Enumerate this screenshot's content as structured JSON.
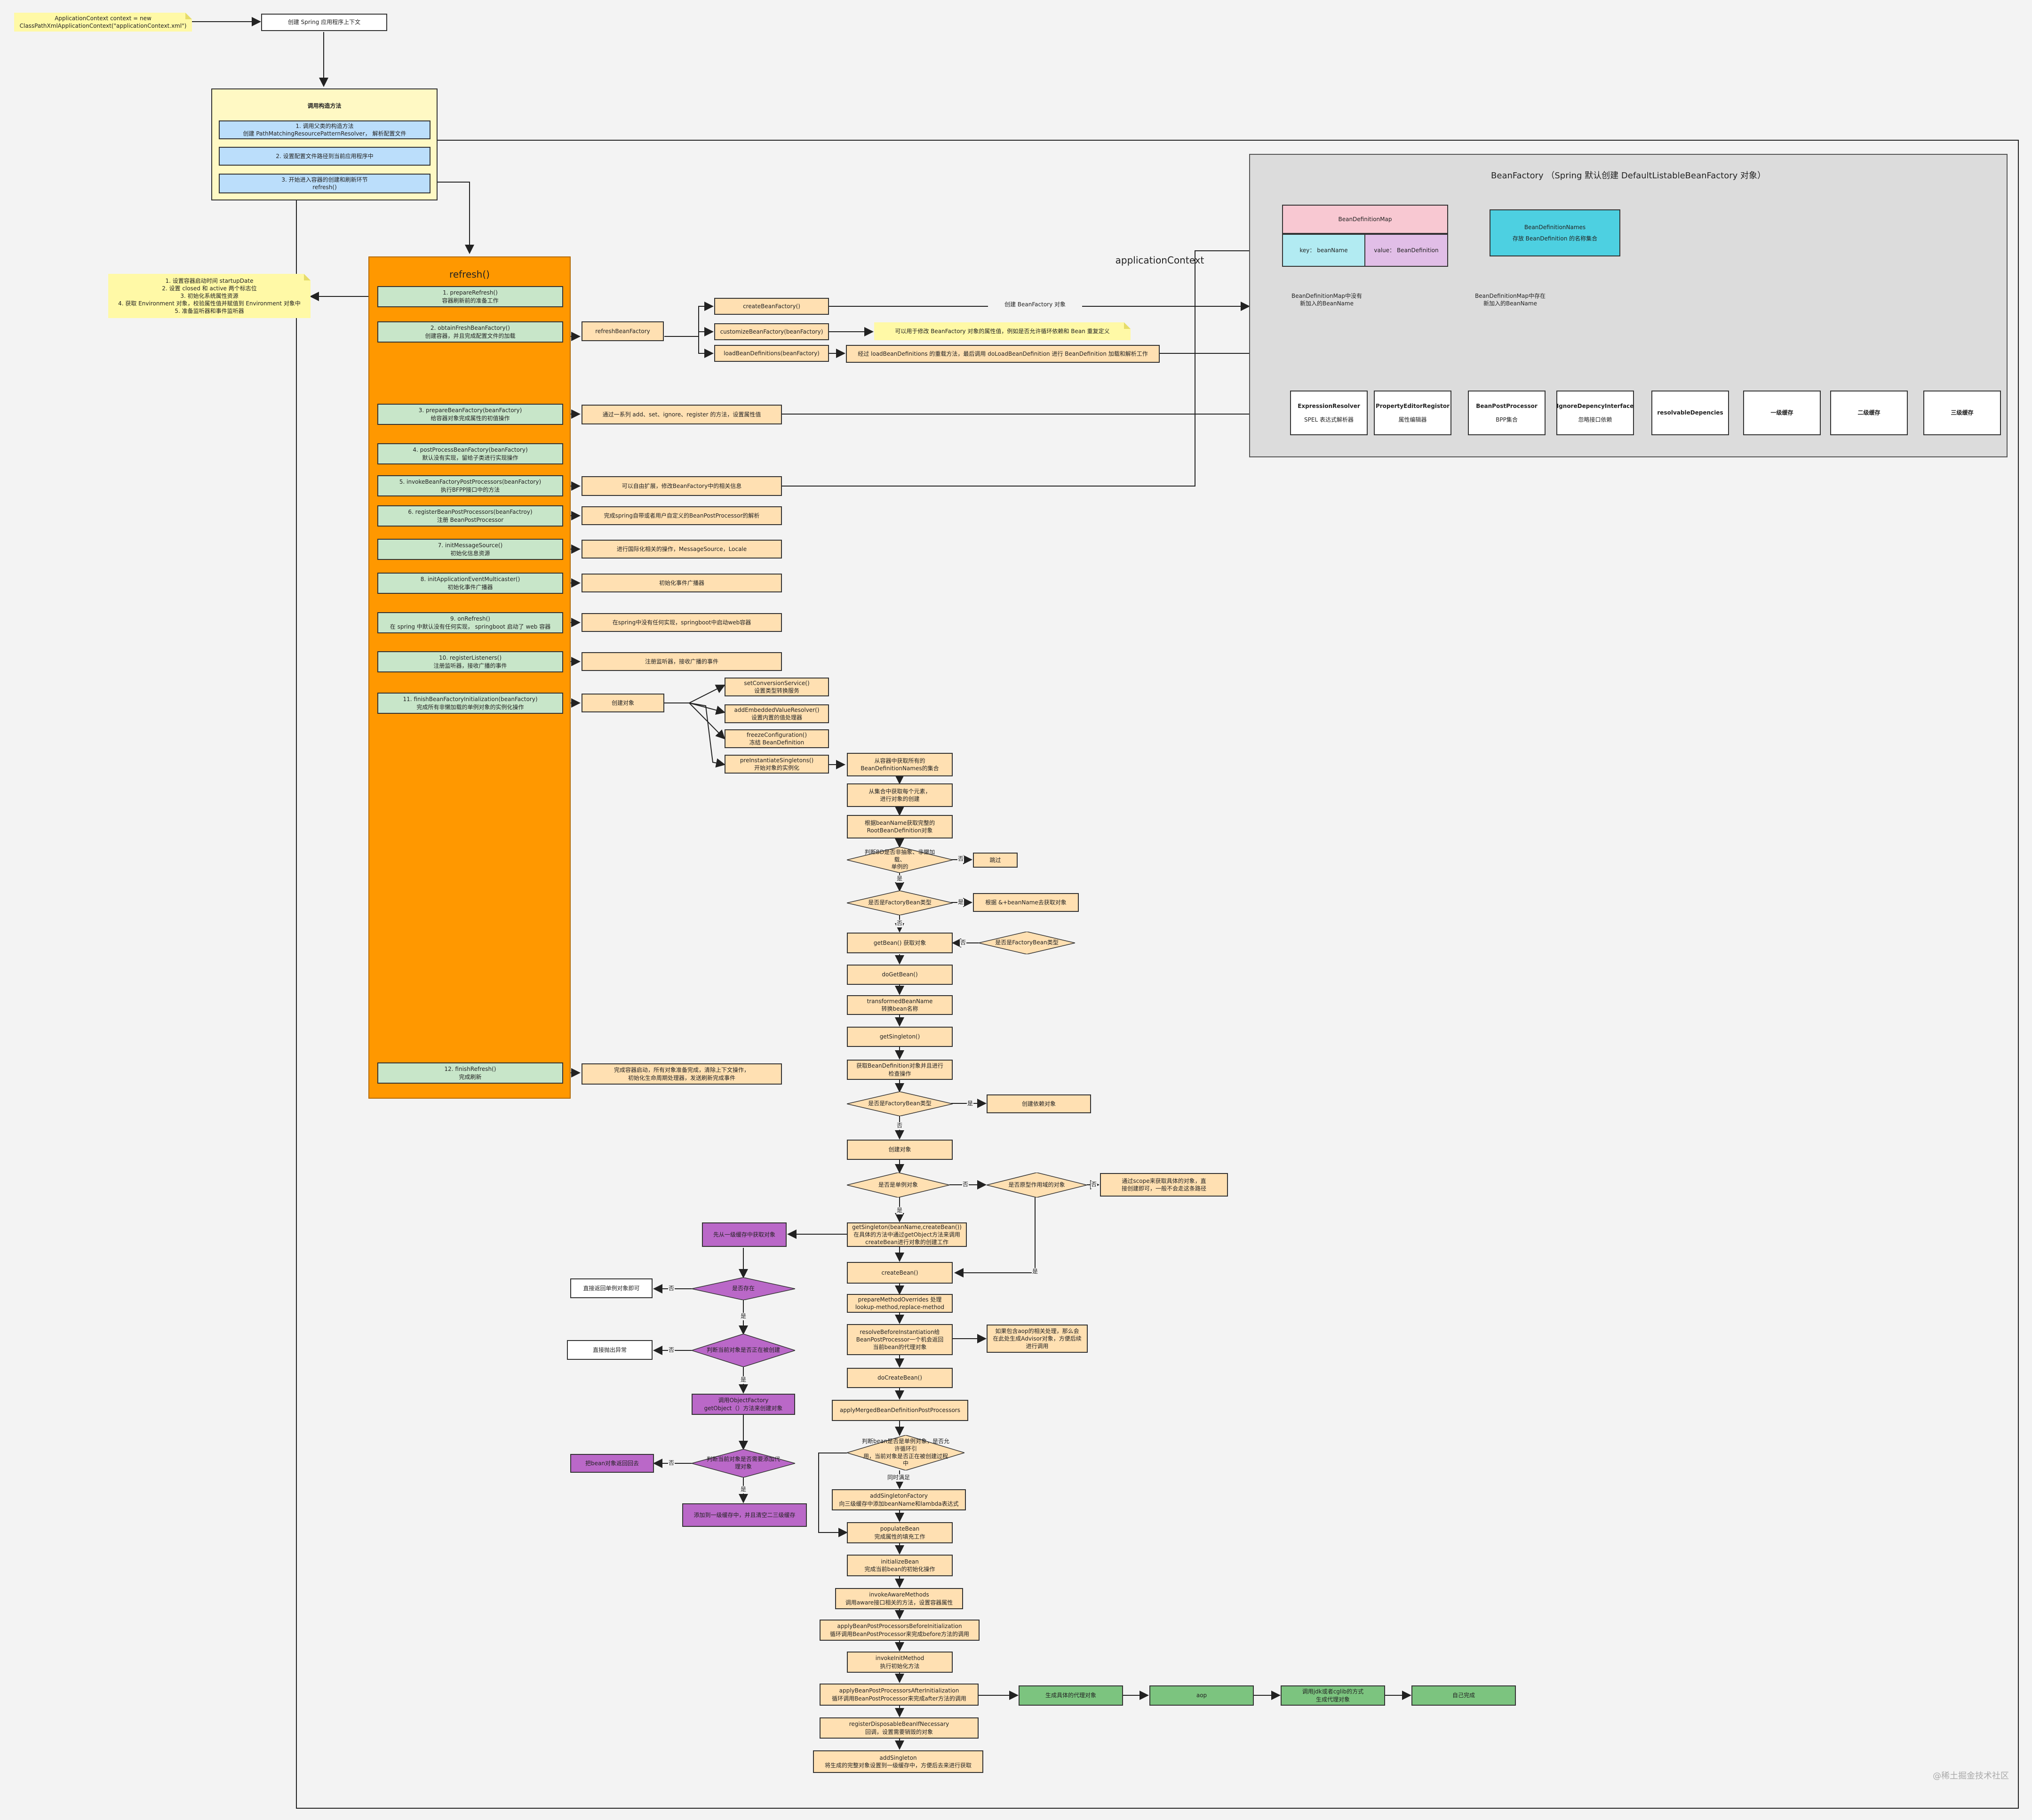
{
  "top": {
    "context_note": "ApplicationContext context = new\nClassPathXmlApplicationContext(\"applicationContext.xml\")",
    "create_context": "创建 Spring 应用程序上下文"
  },
  "constructor": {
    "title": "调用构造方法",
    "step1": "1. 调用父类的构造方法\n创建 PathMatchingResourcePatternResolver， 解析配置文件",
    "step2": "2. 设置配置文件路径到当前应用程序中",
    "step3": "3. 开始进入容器的创建和刷新环节\nrefresh()"
  },
  "refresh": {
    "title": "refresh()",
    "s1": "1. prepareRefresh()\n容器刷新前的准备工作",
    "s2": "2. obtainFreshBeanFactory()\n创建容器，并且完成配置文件的加载",
    "s3": "3. prepareBeanFactory(beanFactory)\n给容器对象完成属性的初值操作",
    "s4": "4. postProcessBeanFactory(beanFactory)\n默认没有实现，留给子类进行实现操作",
    "s5": "5. invokeBeanFactoryPostProcessors(beanFactory)\n执行BFPP接口中的方法",
    "s6": "6. registerBeanPostProcessors(beanFactroy)\n注册 BeanPostProcessor",
    "s7": "7. initMessageSource()\n初始化信息资源",
    "s8": "8. initApplicationEventMulticaster()\n初始化事件广播器",
    "s9": "9. onRefresh()\n在 spring 中默认没有任何实现， springboot 启动了 web 容器",
    "s10": "10. registerListeners()\n注册监听器，接收广播的事件",
    "s11": "11. finishBeanFactoryInitialization(beanFactory)\n完成所有非懒加载的单例对象的实例化操作",
    "s12": "12. finishRefresh()\n完成刷新"
  },
  "prepare_note": "1. 设置容器启动时间 startupDate\n2. 设置 closed 和 active 两个标志位\n3. 初始化系统属性资源\n4. 获取 Environment 对象，校验属性值并赋值到 Environment 对象中\n5. 准备监听器和事件监听器",
  "obtain": {
    "refresh_bf": "refreshBeanFactory",
    "create_bf": "createBeanFactory()",
    "customize_bf": "customizeBeanFactory(beanFactory)",
    "load_bd": "loadBeanDefinitions(beanFactory)",
    "customize_note": "可以用于修改 BeanFactory 对象的属性值，例如是否允许循环依赖和 Bean 重复定义",
    "load_desc": "经过 loadBeanDefinitions 的重载方法，最后调用 doLoadBeanDefinition 进行 BeanDefinition 加载和解析工作",
    "create_bf_label": "创建 BeanFactory 对象"
  },
  "side": {
    "s3": "通过一系列 add、set、ignore、register 的方法，设置属性值",
    "s5": "可以自由扩展，修改BeanFactory中的相关信息",
    "s6": "完成spring自带或者用户自定义的BeanPostProcessor的解析",
    "s7": "进行国际化相关的操作，MessageSource，Locale",
    "s8": "初始化事件广播器",
    "s9": "在spring中没有任何实现，springboot中启动web容器",
    "s10": "注册监听器，接收广播的事件",
    "s11": "创建对象",
    "s12": "完成容器启动，所有对象准备完成，清除上下文操作，\n初始化生命周期处理器，发送刷新完成事件"
  },
  "finish_sub": {
    "conv": "setConversionService()\n设置类型转换服务",
    "embed": "addEmbeddedValueResolver()\n设置内置的值处理器",
    "freeze": "freezeConfiguration()\n冻结 BeanDefinition",
    "pre": "preInstantiateSingletons()\n开始对象的实例化"
  },
  "app_context_label": "applicationContext",
  "bean_factory": {
    "title": "BeanFactory （Spring 默认创建 DefaultListableBeanFactory 对象）",
    "map_title": "BeanDefinitionMap",
    "map_key": "key： beanName",
    "map_value": "value： BeanDefinition",
    "names_title": "BeanDefinitionNames",
    "names_desc": "存放 BeanDefinition 的名称集合",
    "map_note": "BeanDefinitionMap中没有\n新加入的BeanName",
    "names_note": "BeanDefinitionMap中存在\n新加入的BeanName",
    "components": [
      {
        "title": "ExpressionResolver",
        "sub": "SPEL 表达式解析器"
      },
      {
        "title": "PropertyEditorRegistor",
        "sub": "属性编辑器"
      },
      {
        "title": "BeanPostProcessor",
        "sub": "BPP集合"
      },
      {
        "title": "IgnoreDepencyInterface",
        "sub": "忽略接口依赖"
      },
      {
        "title": "resolvableDepencies",
        "sub": ""
      },
      {
        "title": "一级缓存",
        "sub": ""
      },
      {
        "title": "二级缓存",
        "sub": ""
      },
      {
        "title": "三级缓存",
        "sub": ""
      }
    ]
  },
  "flow": {
    "f1": "从容器中获取所有的\nBeanDefinitionNames的集合",
    "f2": "从集合中获取每个元素，\n进行对象的创建",
    "f3": "根据beanName获取完整的\nRootBeanDefinition对象",
    "d1": "判断BD是否非抽象、非懒加载、\n单例的",
    "skip": "跳过",
    "d2": "是否是FactoryBean类型",
    "amp": "根据 &+beanName去获取对象",
    "d3": "是否是FactoryBean类型",
    "getbean": "getBean() 获取对象",
    "dogetbean": "doGetBean()",
    "transformed": "transformedBeanName\n转换bean名称",
    "getsingleton": "getSingleton()",
    "getbd": "获取BeanDefinition对象并且进行\n检查操作",
    "d4": "是否是FactoryBean类型",
    "dep": "创建依赖对象",
    "create_obj": "创建对象",
    "d5": "是否是单例对象",
    "d6": "是否原型作用域的对象",
    "scope": "通过scope来获取具体的对象，直\n接创建即可，一般不会走这条路径",
    "gs2": "getSingleton(beanName,createBean())\n在具体的方法中通过getObject方法来调用\ncreateBean进行对象的创建工作",
    "createbean": "createBean()",
    "pmo": "prepareMethodOverrides 处理\nlookup-method,replace-method",
    "rbi": "resolveBeforeInstantiation给\nBeanPostProcessor一个机会返回\n当前bean的代理对象",
    "rbi_note": "如果包含aop的相关处理，那么会\n在此处生成Advisor对象，方便后续\n进行调用",
    "docreate": "doCreateBean()",
    "ambd": "applyMergedBeanDefinitionPostProcessors",
    "d7": "判断bean是否是单例对象，是否允许循环引\n用，当前对象是否正在被创建过程中",
    "meet": "同时满足",
    "asf": "addSingletonFactory\n向三级缓存中添加beanName和lambda表达式",
    "populate": "populateBean\n完成属性的填充工作",
    "init": "initializeBean\n完成当前bean的初始化操作",
    "aware": "invokeAwareMethods\n调用aware接口相关的方法，设置容器属性",
    "before": "applyBeanPostProcessorsBeforeInitialization\n循环调用BeanPostProcessor来完成before方法的调用",
    "invokeinit": "invokeInitMethod\n执行初始化方法",
    "after": "applyBeanPostProcessorsAfterInitialization\n循环调用BeanPostProcessor来完成after方法的调用",
    "register": "registerDisposableBeanIfNecessary\n回调，设置需要销毁的对象",
    "addsingleton": "addSingleton\n将生成的完整对象设置到一级缓存中，方便后去来进行获取"
  },
  "cache_flow": {
    "first": "先从一级缓存中获取对象",
    "d_exist": "是否存在",
    "direct_return": "直接返回单例对象即可",
    "d_creating": "判断当前对象是否正在被创建",
    "throw": "直接抛出异常",
    "call_factory": "调用ObjectFactory\ngetObject（）方法来创建对象",
    "d_proxy": "判断当前对象是否需要添加代理对象",
    "return_bean": "把bean对象返回回去",
    "add_first": "添加到一级缓存中，并且清空二三级缓存"
  },
  "aop": {
    "a1": "生成具体的代理对象",
    "a2": "aop",
    "a3": "调用jdk或者cglib的方式\n生成代理对象",
    "a4": "自己完成"
  },
  "labels": {
    "yes": "是",
    "no": "否"
  },
  "watermark": "@稀土掘金技术社区"
}
